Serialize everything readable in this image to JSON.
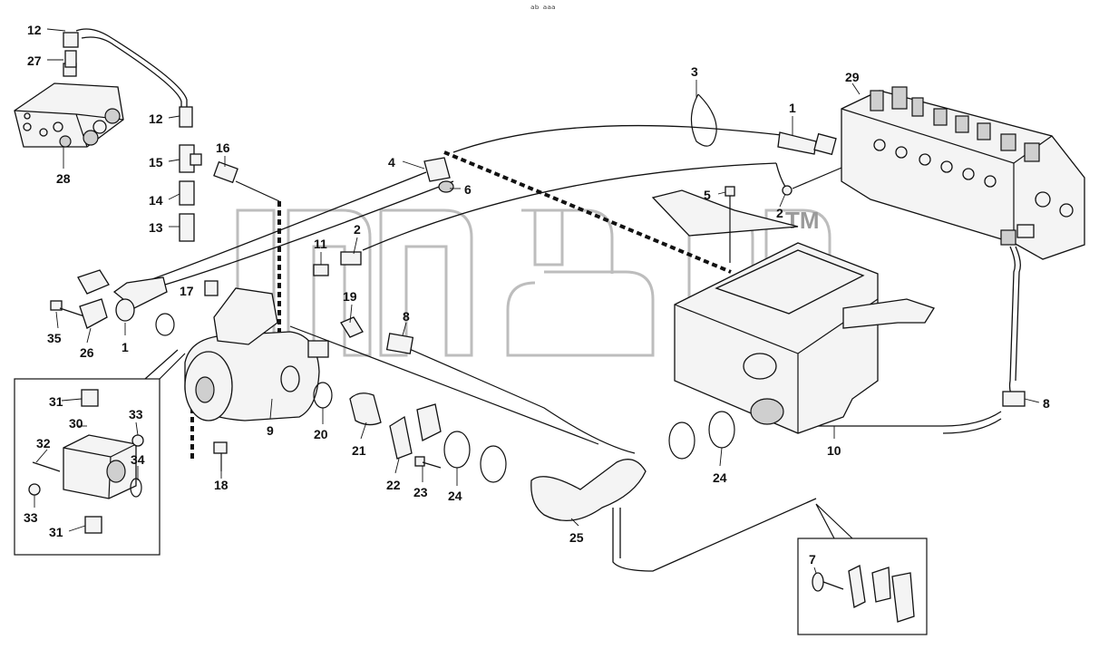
{
  "watermark": {
    "small_mark": "ᵃᵇ ᵃᵃᵃ",
    "trademark": "TM"
  },
  "callouts": [
    {
      "id": "c12a",
      "text": "12"
    },
    {
      "id": "c27",
      "text": "27"
    },
    {
      "id": "c28",
      "text": "28"
    },
    {
      "id": "c12b",
      "text": "12"
    },
    {
      "id": "c15",
      "text": "15"
    },
    {
      "id": "c16",
      "text": "16"
    },
    {
      "id": "c14",
      "text": "14"
    },
    {
      "id": "c13",
      "text": "13"
    },
    {
      "id": "c4",
      "text": "4"
    },
    {
      "id": "c6",
      "text": "6"
    },
    {
      "id": "c3",
      "text": "3"
    },
    {
      "id": "c1a",
      "text": "1"
    },
    {
      "id": "c29",
      "text": "29"
    },
    {
      "id": "c5",
      "text": "5"
    },
    {
      "id": "c2a",
      "text": "2"
    },
    {
      "id": "c2b",
      "text": "2"
    },
    {
      "id": "c11",
      "text": "11"
    },
    {
      "id": "c17",
      "text": "17"
    },
    {
      "id": "c19",
      "text": "19"
    },
    {
      "id": "c8a",
      "text": "8"
    },
    {
      "id": "c8b",
      "text": "8"
    },
    {
      "id": "c35",
      "text": "35"
    },
    {
      "id": "c26",
      "text": "26"
    },
    {
      "id": "c1b",
      "text": "1"
    },
    {
      "id": "c9",
      "text": "9"
    },
    {
      "id": "c20",
      "text": "20"
    },
    {
      "id": "c21",
      "text": "21"
    },
    {
      "id": "c22",
      "text": "22"
    },
    {
      "id": "c23",
      "text": "23"
    },
    {
      "id": "c24a",
      "text": "24"
    },
    {
      "id": "c24b",
      "text": "24"
    },
    {
      "id": "c25",
      "text": "25"
    },
    {
      "id": "c10",
      "text": "10"
    },
    {
      "id": "c18",
      "text": "18"
    },
    {
      "id": "c31a",
      "text": "31"
    },
    {
      "id": "c30",
      "text": "30"
    },
    {
      "id": "c33a",
      "text": "33"
    },
    {
      "id": "c32",
      "text": "32"
    },
    {
      "id": "c34",
      "text": "34"
    },
    {
      "id": "c33b",
      "text": "33"
    },
    {
      "id": "c31b",
      "text": "31"
    },
    {
      "id": "c7",
      "text": "7"
    }
  ]
}
